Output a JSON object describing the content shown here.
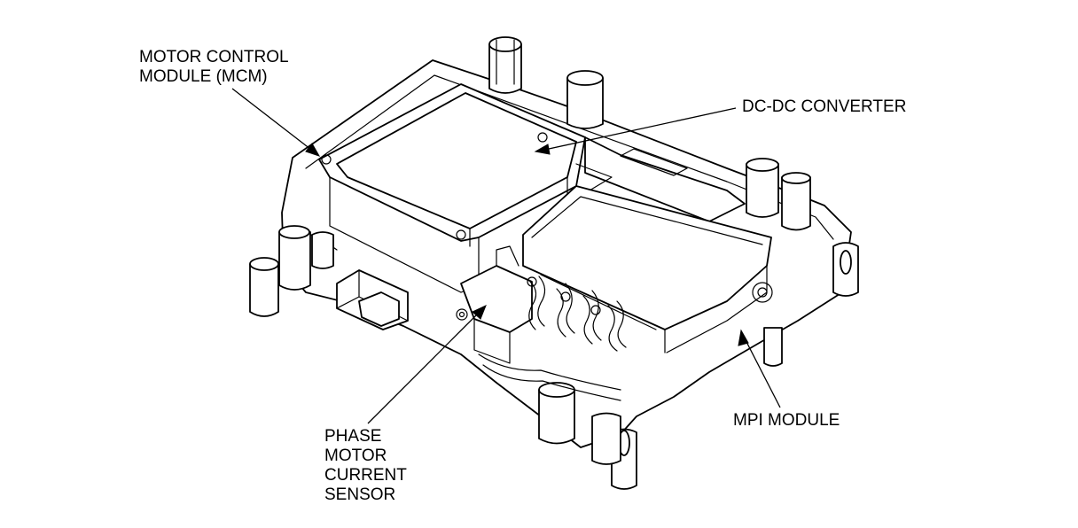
{
  "diagram": {
    "labels": {
      "mcm": [
        "MOTOR CONTROL",
        "MODULE (MCM)"
      ],
      "dcdc": [
        "DC-DC CONVERTER"
      ],
      "mpi": [
        "MPI MODULE"
      ],
      "pmcs": [
        "PHASE",
        "MOTOR",
        "CURRENT",
        "SENSOR"
      ]
    },
    "colors": {
      "line": "#000000",
      "background": "#ffffff"
    }
  }
}
